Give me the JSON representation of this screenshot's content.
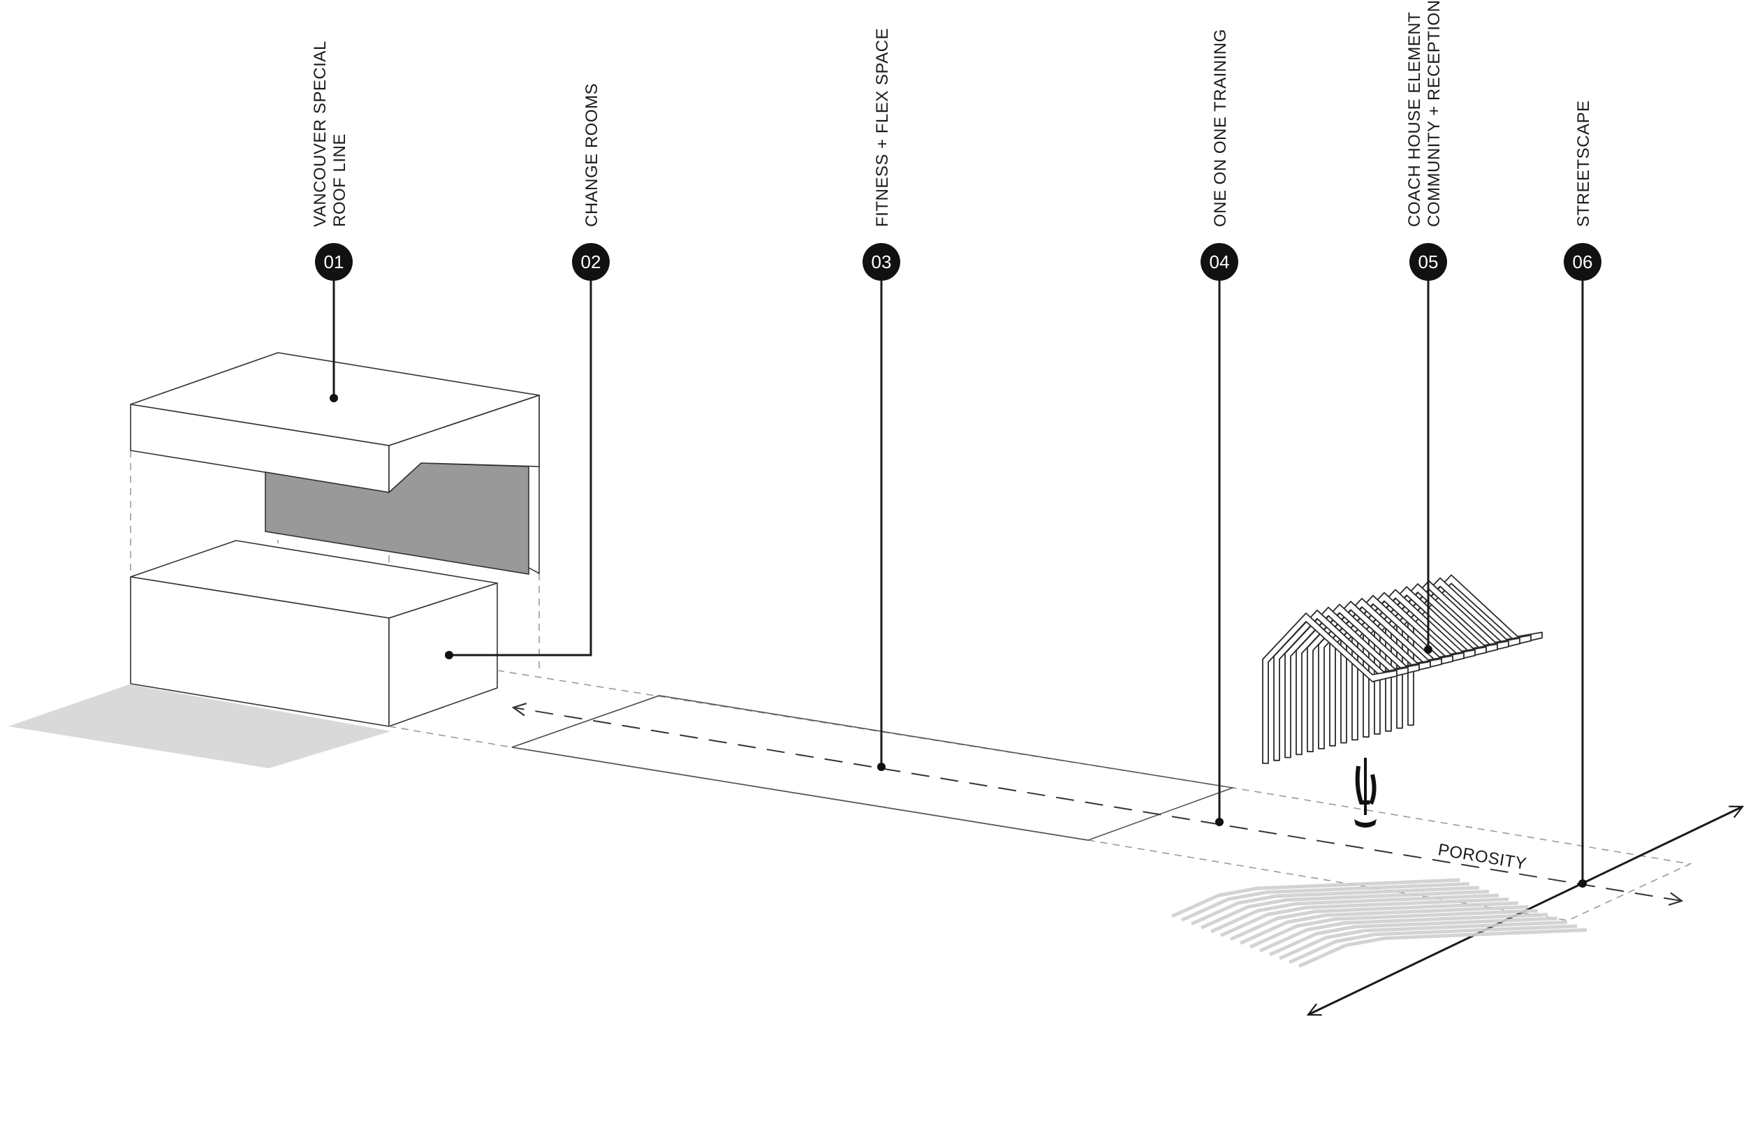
{
  "callouts": [
    {
      "number": "01",
      "lines": [
        "VANCOUVER SPECIAL",
        "ROOF LINE"
      ]
    },
    {
      "number": "02",
      "lines": [
        "CHANGE ROOMS"
      ]
    },
    {
      "number": "03",
      "lines": [
        "FITNESS  + FLEX SPACE"
      ]
    },
    {
      "number": "04",
      "lines": [
        "ONE ON ONE TRAINING"
      ]
    },
    {
      "number": "05",
      "lines": [
        "COACH HOUSE ELEMENT",
        "COMMUNITY + RECEPTION"
      ]
    },
    {
      "number": "06",
      "lines": [
        "STREETSCAPE"
      ]
    }
  ],
  "axis_label": "POROSITY",
  "colors": {
    "ink": "#1a1a1a",
    "marker": "#111111",
    "shadow": "#d9d9d9",
    "dark_panel": "#999999",
    "dashed": "#9a9a9a"
  },
  "icons": [
    "logo-icon"
  ]
}
